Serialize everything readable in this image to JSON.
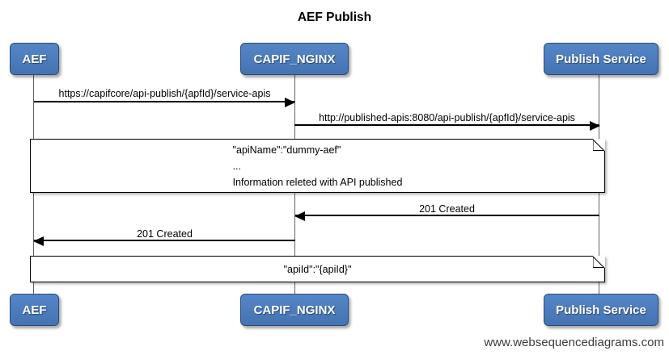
{
  "title": "AEF Publish",
  "watermark": "www.websequencediagrams.com",
  "actors": [
    {
      "label": "AEF"
    },
    {
      "label": "CAPIF_NGINX"
    },
    {
      "label": "Publish Service"
    }
  ],
  "messages": [
    {
      "from": "AEF",
      "to": "CAPIF_NGINX",
      "direction": "right",
      "label": "https://capifcore/api-publish/{apfId}/service-apis"
    },
    {
      "from": "CAPIF_NGINX",
      "to": "Publish Service",
      "direction": "right",
      "label": "http://published-apis:8080/api-publish/{apfId}/service-apis"
    },
    {
      "from": "Publish Service",
      "to": "CAPIF_NGINX",
      "direction": "left",
      "label": "201 Created"
    },
    {
      "from": "CAPIF_NGINX",
      "to": "AEF",
      "direction": "left",
      "label": "201 Created"
    }
  ],
  "notes": [
    {
      "lines": [
        "\"apiName\":\"dummy-aef\"",
        "...",
        "Information releted with API published"
      ]
    },
    {
      "lines": [
        "\"apiId\":\"{apiId}\""
      ]
    }
  ],
  "colors": {
    "actor_fill": "#4b7bbd",
    "actor_border": "#2a4a7c",
    "actor_text": "#ffffff",
    "lifeline": "#636363",
    "arrow": "#000000",
    "note_fill": "#ffffff",
    "note_border": "#000000",
    "text": "#000000"
  }
}
